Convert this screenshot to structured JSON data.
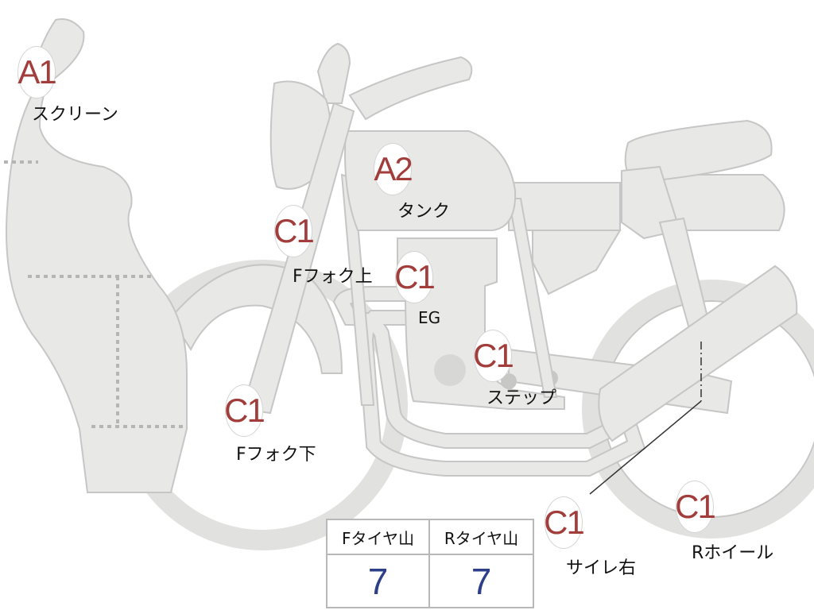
{
  "colors": {
    "body_fill": "#e8e8e6",
    "body_stroke": "#c8c8c8",
    "badge_text": "#a13d3a",
    "value_text": "#2d3f88",
    "label_text": "#111111"
  },
  "parts": [
    {
      "code": "A1",
      "label": "スクリーン"
    },
    {
      "code": "A2",
      "label": "タンク"
    },
    {
      "code": "C1",
      "label": "Fフォク上"
    },
    {
      "code": "C1",
      "label": "EG"
    },
    {
      "code": "C1",
      "label": "ステップ"
    },
    {
      "code": "C1",
      "label": "Fフォク下"
    },
    {
      "code": "C1",
      "label": "サイレ右"
    },
    {
      "code": "C1",
      "label": "Rホイール"
    }
  ],
  "tread_table": {
    "headers": [
      "Fタイヤ山",
      "Rタイヤ山"
    ],
    "values": [
      "7",
      "7"
    ]
  }
}
